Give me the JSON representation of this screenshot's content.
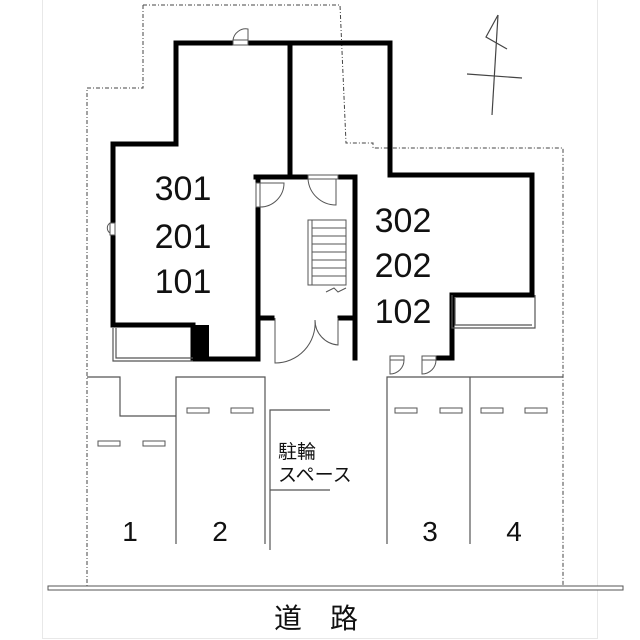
{
  "units": {
    "left": [
      "301",
      "201",
      "101"
    ],
    "right": [
      "302",
      "202",
      "102"
    ]
  },
  "parking": {
    "bays": [
      "1",
      "2",
      "3",
      "4"
    ]
  },
  "bicycle_area": {
    "line1": "駐輪",
    "line2": "スペース"
  },
  "road": {
    "label": "道　路"
  },
  "compass": {
    "icon": "north-arrow-icon"
  },
  "colors": {
    "wall": "#000000",
    "line": "#555555",
    "background": "#ffffff"
  }
}
